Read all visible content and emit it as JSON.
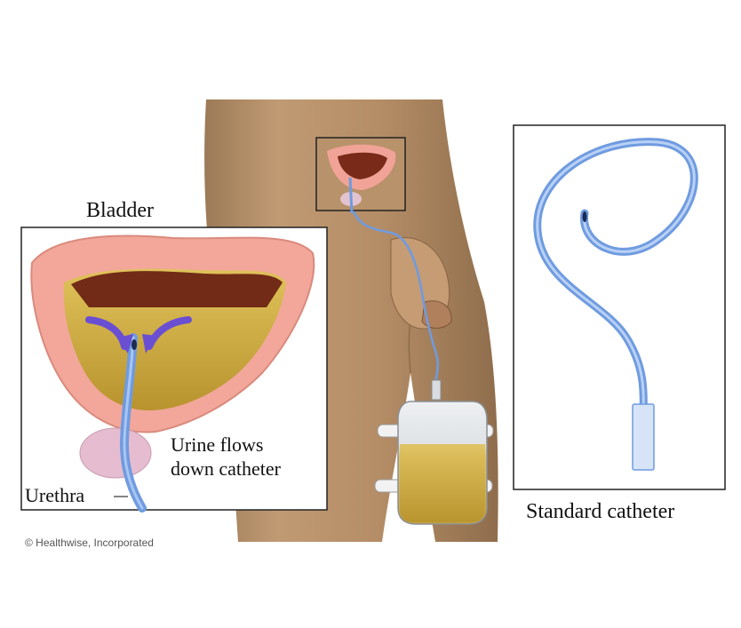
{
  "labels": {
    "bladder": "Bladder",
    "urine_flows_line1": "Urine flows",
    "urine_flows_line2": "down catheter",
    "urethra": "Urethra",
    "standard_catheter": "Standard catheter"
  },
  "credit": "© Healthwise, Incorporated",
  "colors": {
    "skin": "#b8926a",
    "bladder_wall": "#f2a79a",
    "urine": "#c9a640",
    "catheter": "#6f9be0",
    "arrow": "#6a4fd3",
    "frame": "#222222"
  }
}
